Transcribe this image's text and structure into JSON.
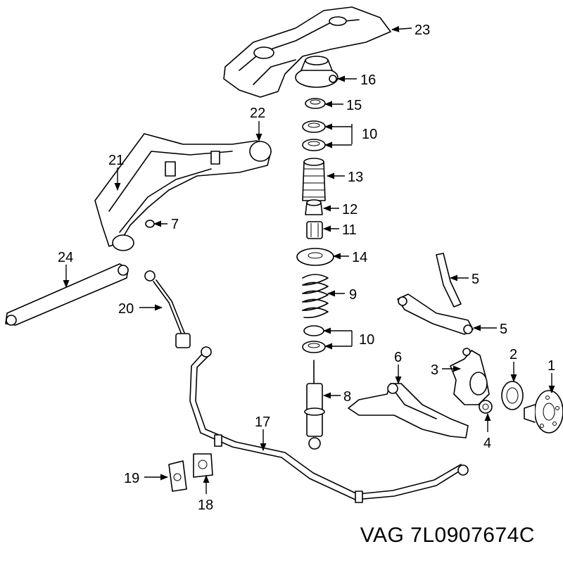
{
  "caption": "VAG 7L0907674C",
  "callouts": {
    "c1": "1",
    "c2": "2",
    "c3": "3",
    "c4": "4",
    "c5a": "5",
    "c5b": "5",
    "c6": "6",
    "c7": "7",
    "c8": "8",
    "c9": "9",
    "c10a": "10",
    "c10b": "10",
    "c11": "11",
    "c12": "12",
    "c13": "13",
    "c14": "14",
    "c15": "15",
    "c16": "16",
    "c17": "17",
    "c18": "18",
    "c19": "19",
    "c20": "20",
    "c21": "21",
    "c22": "22",
    "c23": "23",
    "c24": "24"
  }
}
